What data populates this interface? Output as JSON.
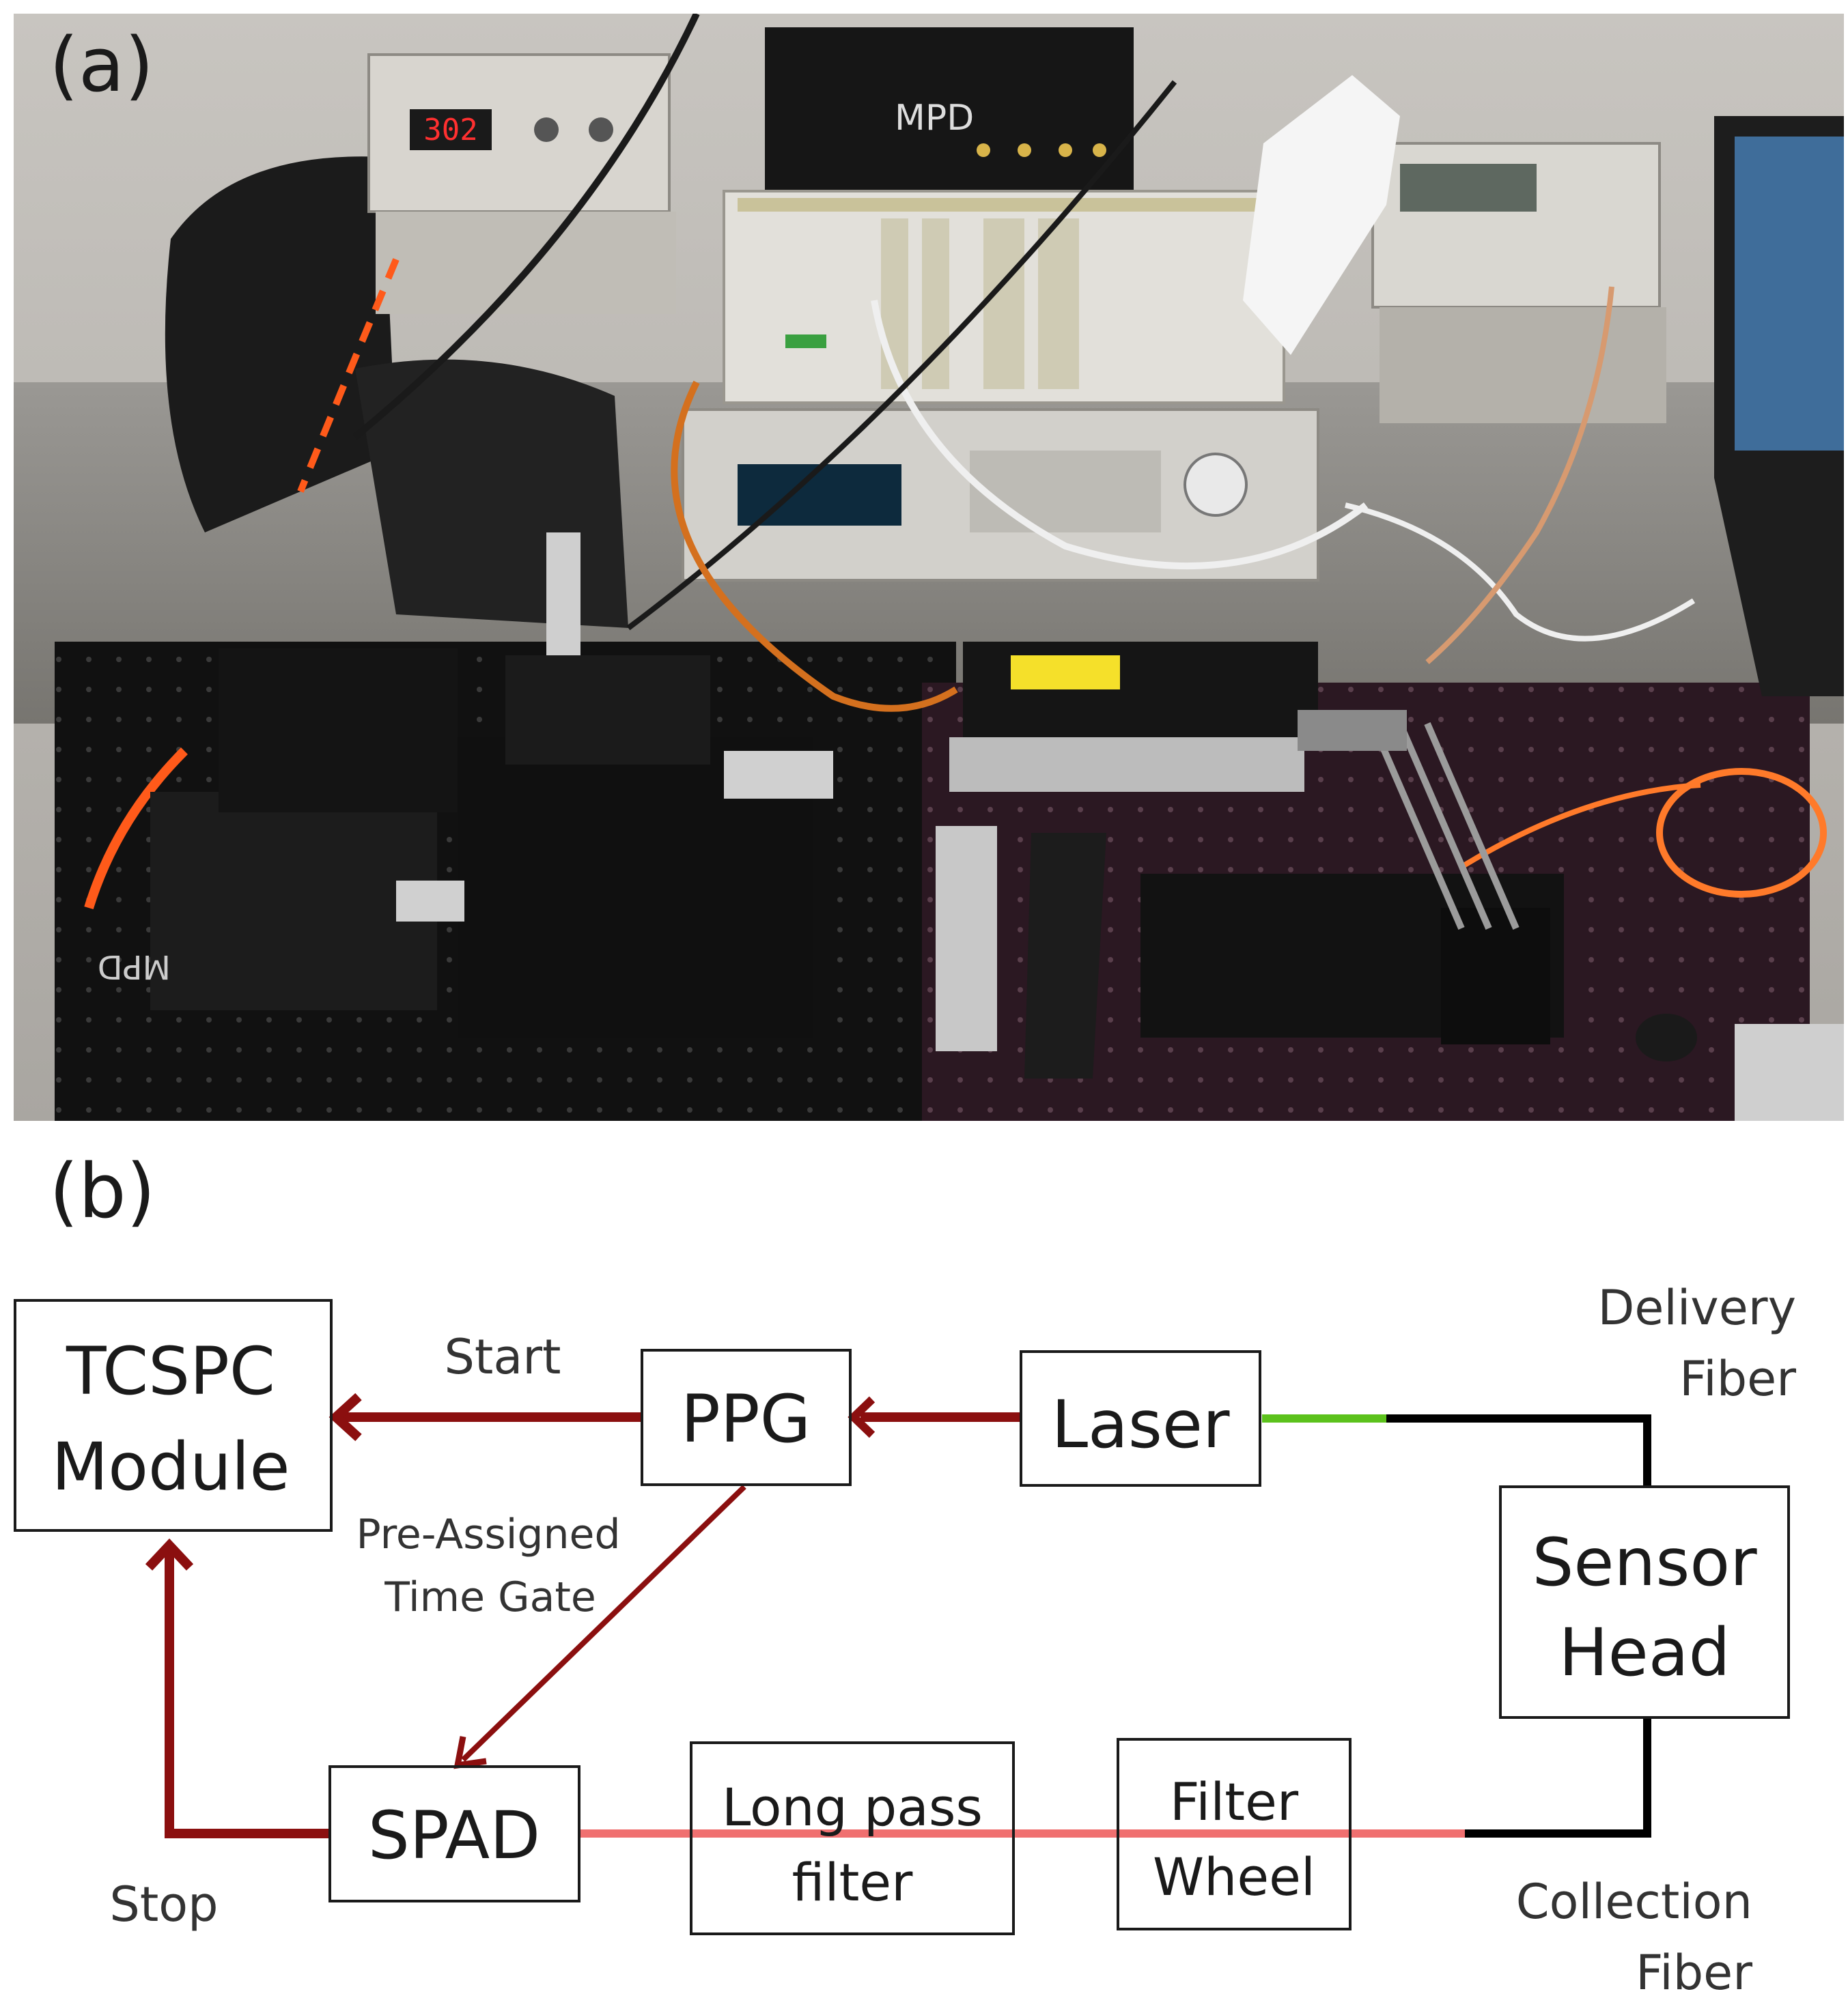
{
  "panel_a": {
    "label": "(a)",
    "instrument_display": "302",
    "brand_top": "MPD",
    "brand_bottom": "MPD"
  },
  "panel_b": {
    "label": "(b)",
    "boxes": {
      "tcspc": [
        "TCSPC",
        "Module"
      ],
      "ppg": [
        "PPG"
      ],
      "laser": [
        "Laser"
      ],
      "sensor": [
        "Sensor",
        "Head"
      ],
      "spad": [
        "SPAD"
      ],
      "longpass": [
        "Long pass",
        "filter"
      ],
      "filterwheel": [
        "Filter",
        "Wheel"
      ]
    },
    "labels": {
      "start": "Start",
      "stop": "Stop",
      "gate_1": "Pre-Assigned",
      "gate_2": "Time Gate",
      "delivery_1": "Delivery",
      "delivery_2": "Fiber",
      "collection_1": "Collection",
      "collection_2": "Fiber"
    },
    "colors": {
      "signal": "#8b0f0f",
      "collection_light": "#f07070",
      "delivery_light": "#5cc21c",
      "fiber": "#000000"
    }
  }
}
